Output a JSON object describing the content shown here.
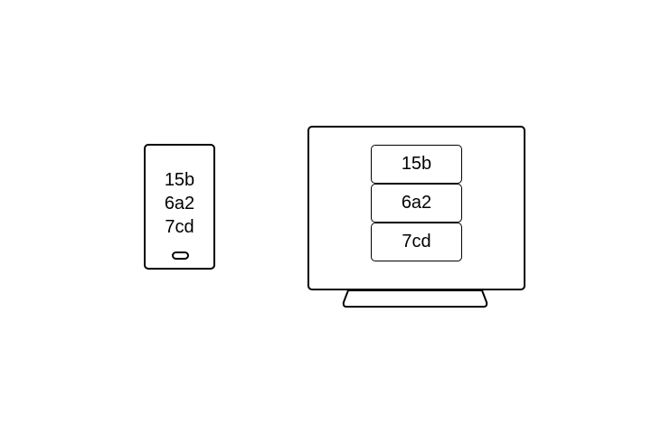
{
  "phone": {
    "items": [
      "15b",
      "6a2",
      "7cd"
    ]
  },
  "monitor": {
    "items": [
      "15b",
      "6a2",
      "7cd"
    ]
  },
  "colors": {
    "stroke": "#000000",
    "background": "#ffffff"
  }
}
